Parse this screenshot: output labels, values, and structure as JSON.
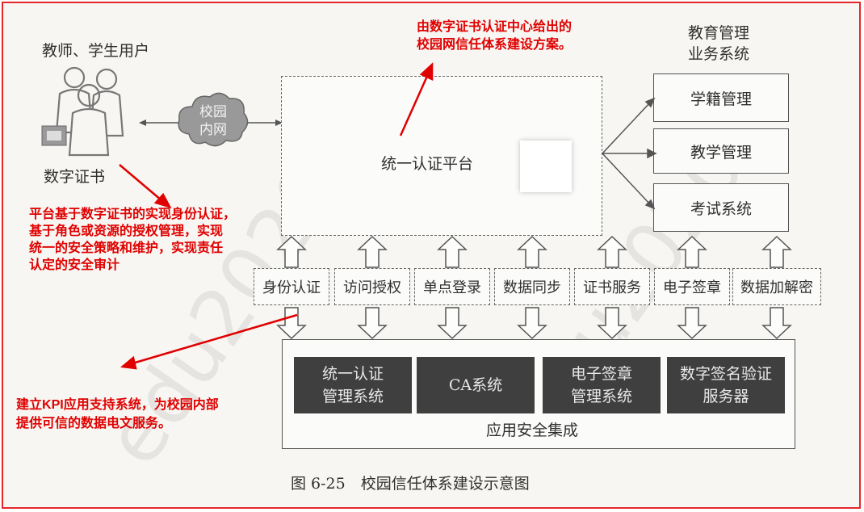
{
  "users": {
    "label": "教师、学生用户",
    "cert_label": "数字证书"
  },
  "network": {
    "cloud_label": "校园\n内网"
  },
  "platform": {
    "label": "统一认证平台"
  },
  "edu": {
    "title": "教育管理\n业务系统",
    "systems": [
      "学籍管理",
      "教学管理",
      "考试系统"
    ]
  },
  "services": [
    "身份认证",
    "访问授权",
    "单点登录",
    "数据同步",
    "证书服务",
    "电子签章",
    "数据加解密"
  ],
  "security": {
    "modules": [
      "统一认证\n管理系统",
      "CA系统",
      "电子签章\n管理系统",
      "数字签名验证\n服务器"
    ],
    "label": "应用安全集成"
  },
  "caption": "图 6-25　校园信任体系建设示意图",
  "annotations": {
    "top": "由数字证书认证中心给出的\n校园网信任体系建设方案。",
    "left": "平台基于数字证书的实现身份认证，\n基于角色或资源的授权管理，实现\n统一的安全策略和维护，实现责任\n认定的安全审计",
    "bottom_prefix": "建立",
    "bottom_kpi": "KPI",
    "bottom_rest": "应用支持系统，为校园内部\n提供可信的数据电文服务。"
  },
  "colors": {
    "annotation": "#e00000",
    "frame": "#e5262b",
    "module_bg": "#3f3f3f"
  },
  "watermark": "edu2020"
}
